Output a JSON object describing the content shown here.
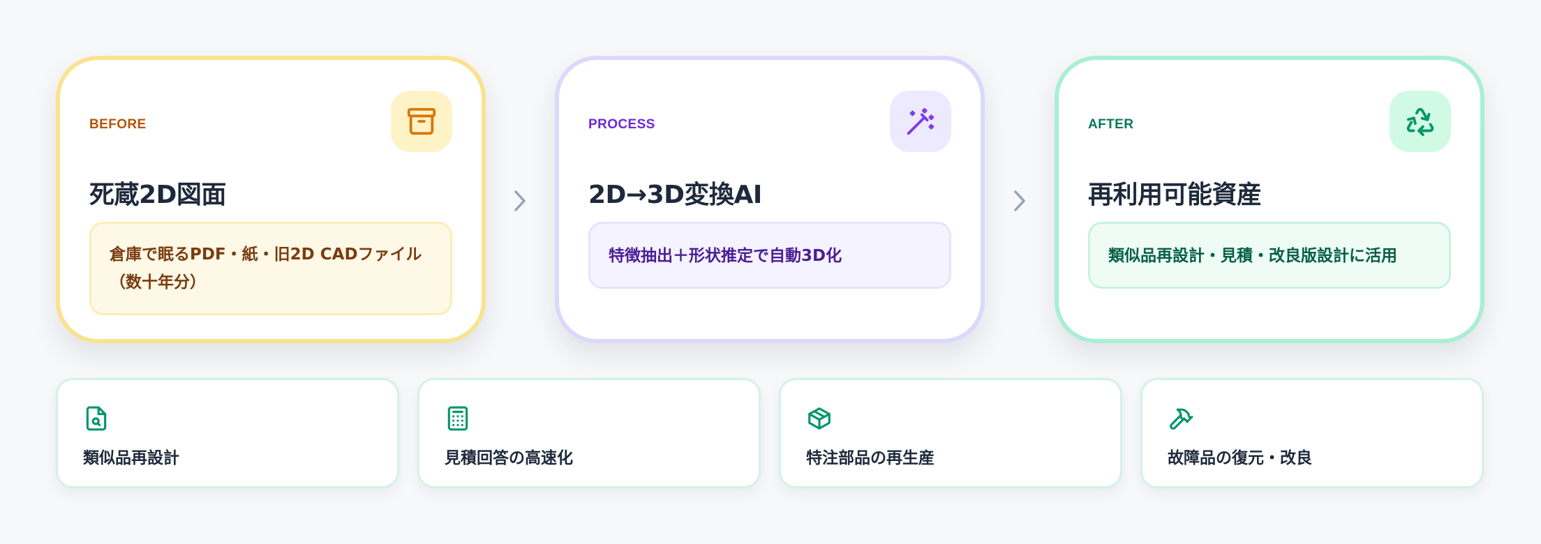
{
  "flow": {
    "before": {
      "tag": "BEFORE",
      "title": "死蔵2D図面",
      "description": "倉庫で眠るPDF・紙・旧2D CADファイル（数十年分）",
      "icon": "archive-box-icon",
      "accent": "#b45309"
    },
    "process": {
      "tag": "PROCESS",
      "title": "2D→3D変換AI",
      "description": "特徴抽出＋形状推定で自動3D化",
      "icon": "magic-wand-icon",
      "accent": "#6d28d9"
    },
    "after": {
      "tag": "AFTER",
      "title": "再利用可能資産",
      "description": "類似品再設計・見積・改良版設計に活用",
      "icon": "recycle-icon",
      "accent": "#047857"
    },
    "arrow_icon": "chevron-right-icon"
  },
  "use_cases": [
    {
      "label": "類似品再設計",
      "icon": "file-search-icon"
    },
    {
      "label": "見積回答の高速化",
      "icon": "calculator-icon"
    },
    {
      "label": "特注部品の再生産",
      "icon": "package-icon"
    },
    {
      "label": "故障品の復元・改良",
      "icon": "hammer-icon"
    }
  ],
  "colors": {
    "background": "#f7f8fa",
    "use_case_accent": "#059669"
  }
}
